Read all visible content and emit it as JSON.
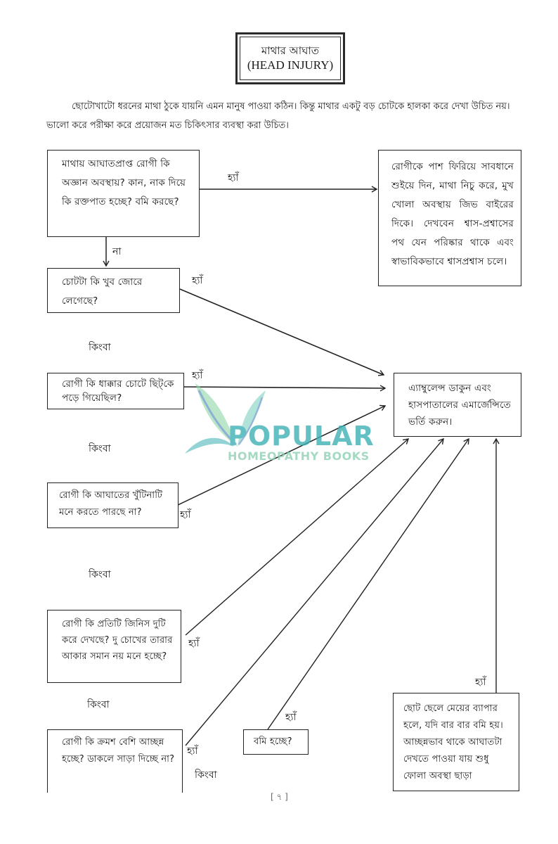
{
  "title": {
    "bengali": "মাথার আঘাত",
    "english": "(HEAD INJURY)"
  },
  "intro": {
    "line1": "ছোটোখাটো ধরনের মাথা ঠুকে যায়নি এমন মানুষ পাওয়া কঠিন। কিন্তু মাথার একটু বড় চোটকে হালকা করে দেখা উচিত নয়।",
    "line2": "ভালো করে পরীক্ষা করে প্রয়োজন মত চিকিৎসার ব্যবস্থা করা উচিত।"
  },
  "boxes": {
    "q_unconscious": "মাথায় আঘাতপ্রাপ্ত রোগী কি অজ্ঞান অবস্থায়? কান, নাক দিয়ে কি রক্তপাত হচ্ছে? বমি করছে?",
    "action_recovery": "রোগীকে পাশ ফিরিয়ে সাবধানে শুইয়ে দিন, মাথা নিচু করে, মুখ খোলা অবস্থায় জিভ বাইরের দিকে। দেখবেন শ্বাস-প্রশ্বাসের পথ যেন পরিষ্কার থাকে এবং স্বাভাবিকভাবে শ্বাসপ্রশ্বাস চলে।",
    "q_severe": "চোটটা কি খুব জোরে লেগেছে?",
    "q_thrown": "রোগী কি ধাক্কার চোটে ছিট্‌কে পড়ে গিয়েছিল?",
    "action_ambulance": "এ্যাম্বুলেন্স ডাকুন এবং হাসপাতালের এমার্জেন্সিতে ভর্তি করুন।",
    "q_memory": "রোগী কি আঘাতের খুঁটিনাটি মনে করতে পারছে না?",
    "q_double_vision": "রোগী কি প্রতিটি জিনিস দুটি করে দেখছে? দু চোখের তারার আকার সমান নয় মনে হচ্ছে?",
    "q_drowsy": "রোগী কি ক্রমশ বেশি আচ্ছন্ন হচ্ছে? ডাকলে সাড়া দিচ্ছে না?",
    "q_vomiting": "বমি হচ্ছে?",
    "note_children": "ছোট ছেলে মেয়ের ব্যাপার হলে, যদি বার বার বমি হয়। আচ্ছন্নভাব থাকে আঘাতটা দেখতে পাওয়া যায় শুধু ফোলা অবস্থা ছাড়া"
  },
  "labels": {
    "yes": "হ্যাঁ",
    "no": "না",
    "or": "কিংবা"
  },
  "watermark": {
    "brand": "POPULAR",
    "subtitle": "HOMEOPATHY BOOKS",
    "colors": {
      "primary": "#3fb1b5",
      "secondary": "#8fd0b4",
      "leaf_blue": "#5a7fd0"
    }
  },
  "footer": {
    "page_number": "[ ৭ ]"
  }
}
